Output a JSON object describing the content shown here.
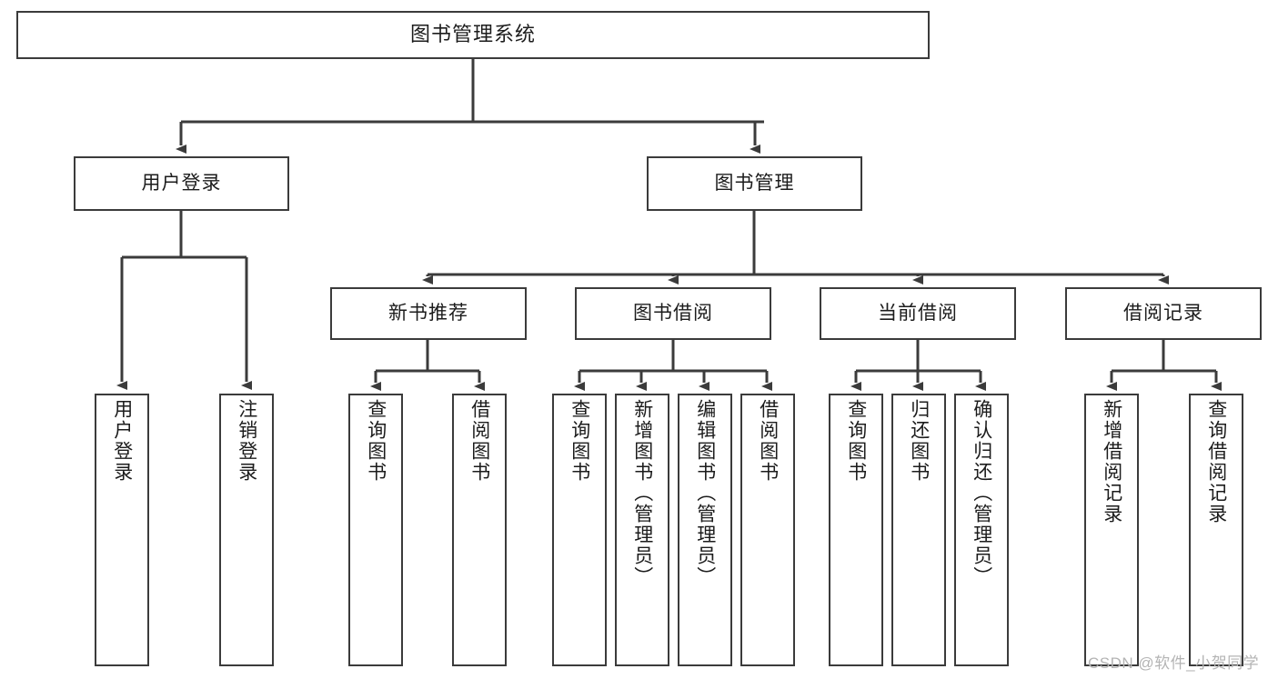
{
  "diagram": {
    "type": "hierarchy-tree",
    "title": "图书管理系统",
    "background_color": "#ffffff",
    "box_border_color": "#3b3b3b",
    "connector_color": "#3b3b3b",
    "text_color": "#1c1c1c"
  },
  "nodes": {
    "root": {
      "label": "图书管理系统",
      "level": 1
    },
    "level2": [
      {
        "label": "用户登录"
      },
      {
        "label": "图书管理"
      }
    ],
    "level3": [
      {
        "label": "新书推荐"
      },
      {
        "label": "图书借阅"
      },
      {
        "label": "当前借阅"
      },
      {
        "label": "借阅记录"
      }
    ],
    "leaves_user_login": [
      {
        "label": "用户登录"
      },
      {
        "label": "注销登录"
      }
    ],
    "leaves_new_book": [
      {
        "label": "查询图书"
      },
      {
        "label": "借阅图书"
      }
    ],
    "leaves_borrow": [
      {
        "label": "查询图书"
      },
      {
        "label": "新增图书（管理员）"
      },
      {
        "label": "编辑图书（管理员）"
      },
      {
        "label": "借阅图书"
      }
    ],
    "leaves_current": [
      {
        "label": "查询图书"
      },
      {
        "label": "归还图书"
      },
      {
        "label": "确认归还（管理员）"
      }
    ],
    "leaves_records": [
      {
        "label": "新增借阅记录"
      },
      {
        "label": "查询借阅记录"
      }
    ]
  },
  "watermark": {
    "text": "CSDN @软件_小贺同学"
  }
}
